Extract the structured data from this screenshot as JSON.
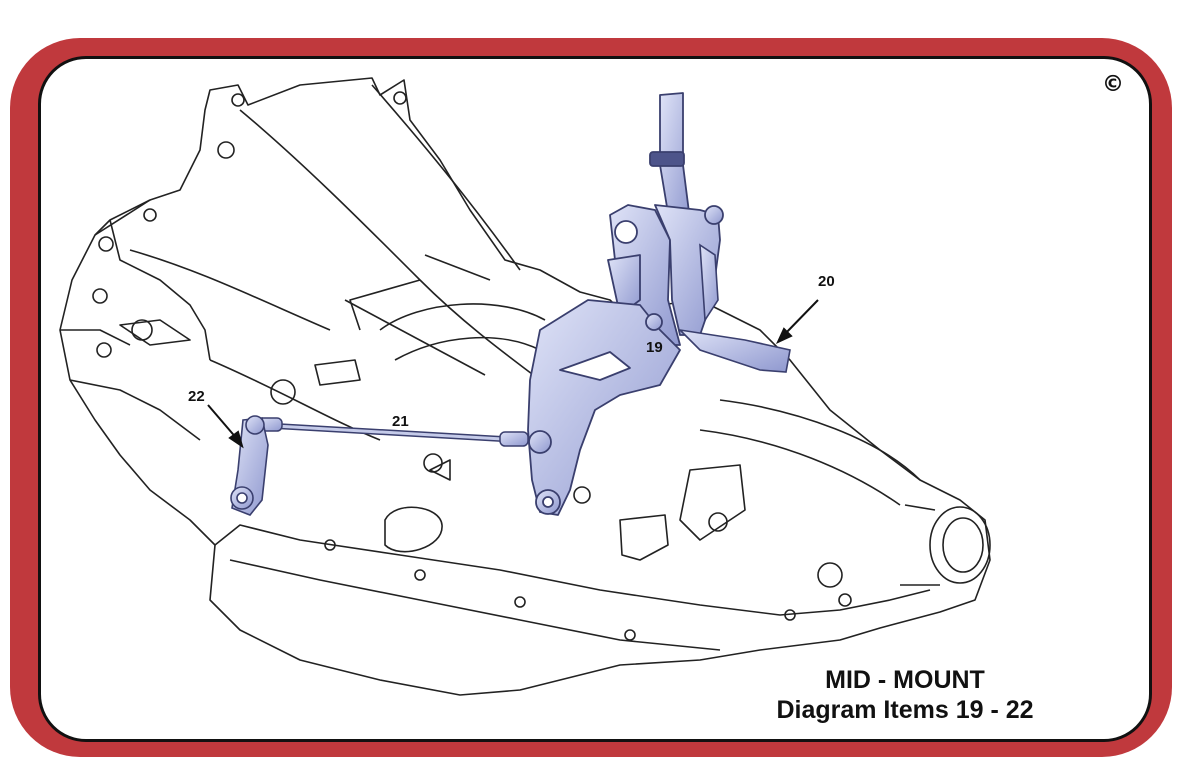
{
  "diagram": {
    "copyright_symbol": "©",
    "title_line1": "MID - MOUNT",
    "title_line2": "Diagram Items 19 - 22",
    "callouts": [
      {
        "id": "19",
        "label": "19"
      },
      {
        "id": "20",
        "label": "20"
      },
      {
        "id": "21",
        "label": "21"
      },
      {
        "id": "22",
        "label": "22"
      }
    ],
    "colors": {
      "frame": "#c0393d",
      "highlight_part": "#b9c1e6",
      "highlight_stroke": "#3a3f6e",
      "line_art": "#222222"
    }
  }
}
